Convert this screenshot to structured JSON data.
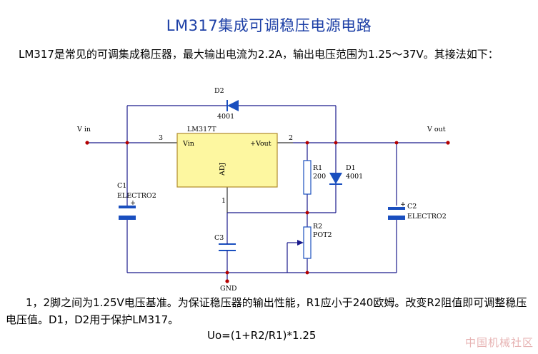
{
  "title": "LM317集成可调稳压电源电路",
  "intro": "LM317是常见的可调集成稳压器，最大输出电流为2.2A，输出电压范围为1.25～37V。其接法如下：",
  "circuit": {
    "vin_label": "V in",
    "vout_label": "V out",
    "gnd_label": "GND",
    "ic": {
      "name": "LM317T",
      "pin_vin": "Vin",
      "pin_vout": "+Vout",
      "pin_adj": "ADJ",
      "pin_num_in": "3",
      "pin_num_out": "2",
      "pin_num_adj": "1"
    },
    "d1": {
      "ref": "D1",
      "value": "4001"
    },
    "d2": {
      "ref": "D2",
      "value": "4001"
    },
    "r1": {
      "ref": "R1",
      "value": "200"
    },
    "r2": {
      "ref": "R2",
      "value": "POT2"
    },
    "c1": {
      "ref": "C1",
      "value": "ELECTRO2",
      "plus": "+"
    },
    "c2": {
      "ref": "C2",
      "value": "ELECTRO2",
      "plus": "+"
    },
    "c3": {
      "ref": "C3"
    },
    "colors": {
      "wire": "#1a1a8c",
      "ic_fill": "#fdf7a0",
      "component": "#1a4fbf",
      "node": "#b40000"
    }
  },
  "description": "1，2脚之间为1.25V电压基准。为保证稳压器的输出性能，R1应小于240欧姆。改变R2阻值即可调整稳压电压值。D1，D2用于保护LM317。",
  "formula": "Uo=(1+R2/R1)*1.25",
  "watermark": "中国机械社区"
}
